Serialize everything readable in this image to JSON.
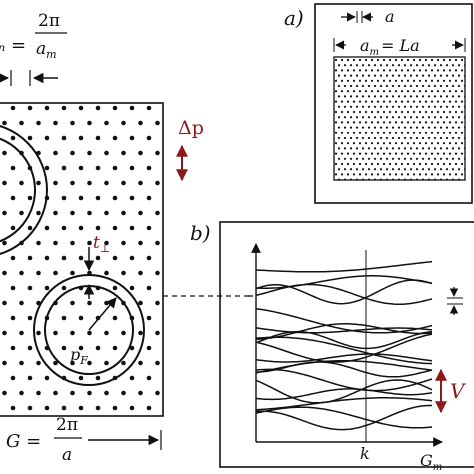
{
  "panel_a": {
    "tag": "a)",
    "lattice_const_label": "a",
    "moire_const_label": "a",
    "moire_const_sub": "m",
    "moire_const_rhs": "= La"
  },
  "panel_b": {
    "tag": "b)",
    "x_tick_label": "k",
    "x_end_label": "G",
    "x_end_sub": "m",
    "band_spacing_label": "V"
  },
  "left_panel": {
    "top_formula_prefix": "ₙ =",
    "top_frac_num": "2π",
    "top_frac_den": "a",
    "top_frac_den_sub": "m",
    "delta_p_label": "Δp",
    "t_perp_label": "t",
    "t_perp_sub": "⊥",
    "p_fermi_label": "p",
    "p_fermi_sub": "F",
    "bottom_formula_prefix": "G =",
    "bottom_frac_num": "2π",
    "bottom_frac_den": "a"
  },
  "colors": {
    "accent_red": "#8b1a1a",
    "ink": "#111111"
  }
}
